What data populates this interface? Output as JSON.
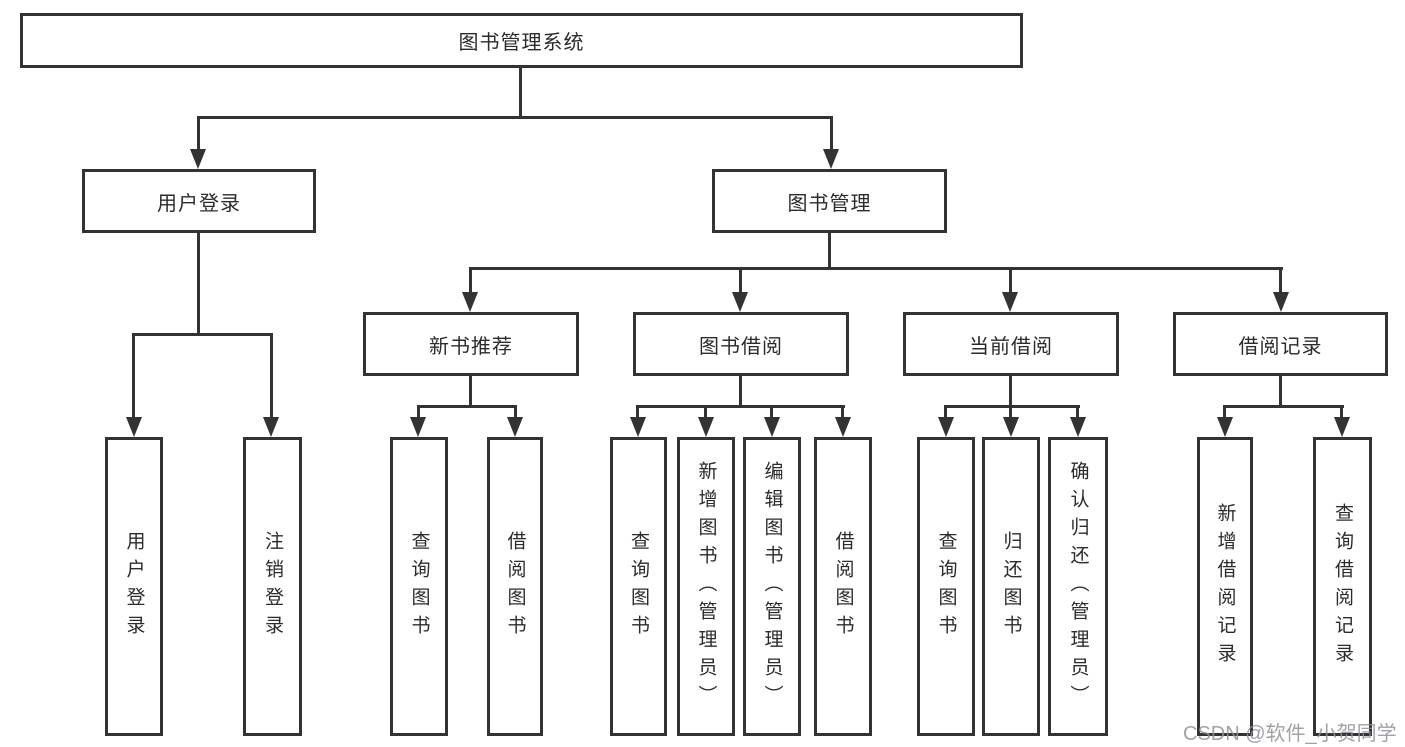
{
  "root": {
    "label": "图书管理系统"
  },
  "branches": [
    {
      "label": "用户登录",
      "children": [
        {
          "label": "用户登录"
        },
        {
          "label": "注销登录"
        }
      ]
    },
    {
      "label": "图书管理",
      "children": [
        {
          "label": "新书推荐",
          "children": [
            {
              "label": "查询图书"
            },
            {
              "label": "借阅图书"
            }
          ]
        },
        {
          "label": "图书借阅",
          "children": [
            {
              "label": "查询图书"
            },
            {
              "label": "新增图书（管理员）"
            },
            {
              "label": "编辑图书（管理员）"
            },
            {
              "label": "借阅图书"
            }
          ]
        },
        {
          "label": "当前借阅",
          "children": [
            {
              "label": "查询图书"
            },
            {
              "label": "归还图书"
            },
            {
              "label": "确认归还（管理员）"
            }
          ]
        },
        {
          "label": "借阅记录",
          "children": [
            {
              "label": "新增借阅记录"
            },
            {
              "label": "查询借阅记录"
            }
          ]
        }
      ]
    }
  ],
  "watermark": {
    "text": "CSDN @软件_小贺同学"
  },
  "colors": {
    "line": "#333333",
    "text": "#2b2b2b",
    "watermark": "#919196"
  }
}
